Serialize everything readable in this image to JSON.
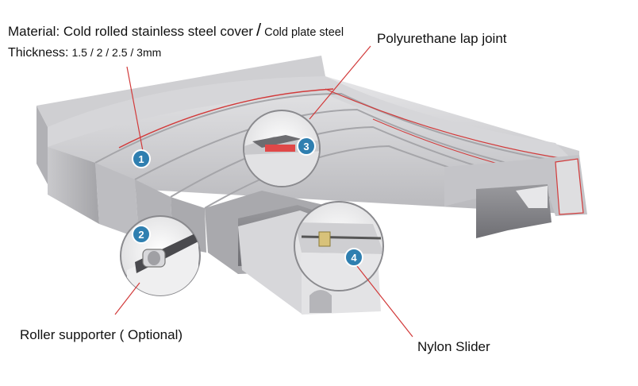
{
  "header": {
    "material_label": "Material: Cold rolled stainless steel cover",
    "material_separator": "/",
    "material_alt": "Cold plate steel",
    "thickness_label": "Thickness:",
    "thickness_values": "1.5 / 2 / 2.5 / 3mm"
  },
  "callouts": [
    {
      "number": "1",
      "label": ""
    },
    {
      "number": "2",
      "label": "Roller supporter ( Optional)"
    },
    {
      "number": "3",
      "label": "Polyurethane lap joint"
    },
    {
      "number": "4",
      "label": "Nylon Slider"
    }
  ],
  "colors": {
    "steel_light": "#d9d9dc",
    "steel_mid": "#b9b9bd",
    "steel_dark": "#8e8e93",
    "badge": "#2f7fb0",
    "accent_line": "#d23a3a",
    "leader_line": "#d23a3a"
  }
}
